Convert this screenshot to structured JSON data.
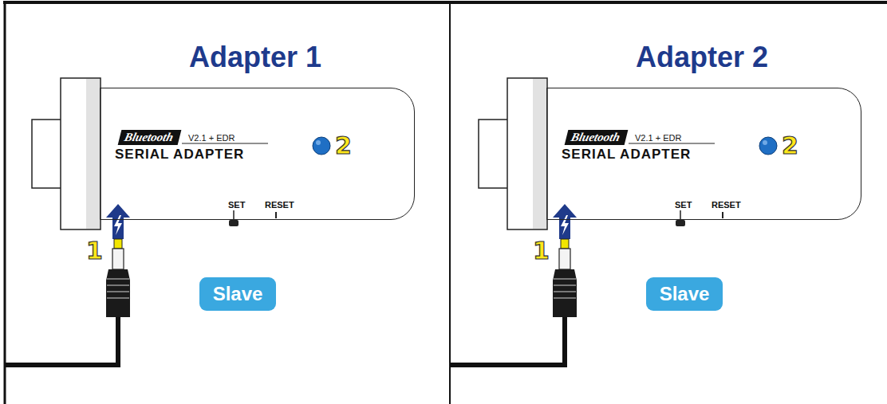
{
  "diagram": {
    "nodes": [
      {
        "text": [
          "Bluetooth",
          "V2.1 + EDR",
          "SERIAL ADAPTER",
          "SET",
          "RESET"
        ]
      },
      {
        "text": [
          "Slave"
        ]
      },
      {
        "text": [
          "Bluetooth",
          "V2.1 + EDR",
          "SERIAL ADAPTER",
          "SET",
          "RESET"
        ]
      },
      {
        "text": [
          "Slave"
        ]
      }
    ],
    "labels": [
      "Adapter 1",
      "2",
      "1",
      "Adapter 2",
      "2",
      "1"
    ]
  }
}
